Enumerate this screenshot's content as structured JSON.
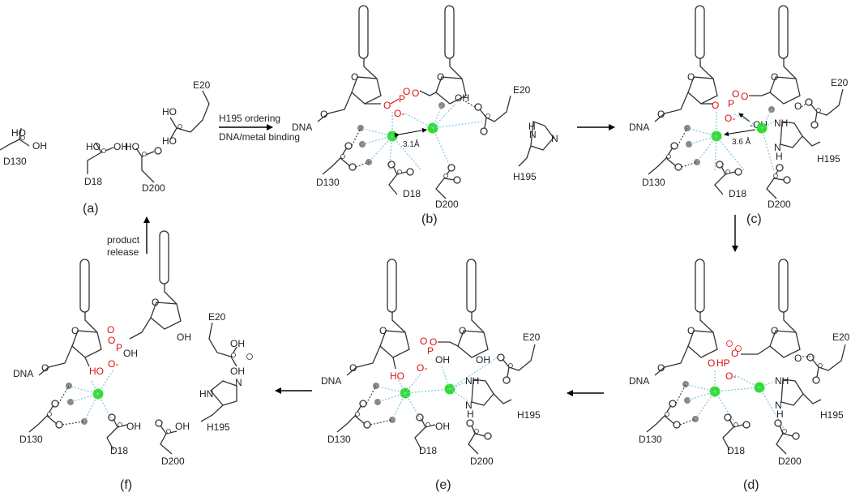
{
  "panels": {
    "a": {
      "label": "(a)",
      "residues": [
        "E20",
        "D130",
        "D18",
        "D200"
      ],
      "atoms": [
        "HO",
        "HO",
        "HO",
        "OH",
        "HO",
        "OH"
      ]
    },
    "b": {
      "label": "(b)",
      "dna": "DNA",
      "distance": "3.1Å",
      "residues": [
        "E20",
        "H195",
        "D130",
        "D18",
        "D200"
      ],
      "atoms": [
        "O",
        "O",
        "P",
        "O",
        "O-",
        "OH",
        "O",
        "O",
        "N",
        "N",
        "H"
      ]
    },
    "c": {
      "label": "(c)",
      "dna": "DNA",
      "distance": "3.6 Å",
      "hydroxide": "-OH",
      "residues": [
        "E20",
        "H195",
        "D130",
        "D18",
        "D200"
      ],
      "atoms": [
        "O",
        "O",
        "P",
        "O",
        "O-",
        "NH",
        "N",
        "H"
      ]
    },
    "d": {
      "label": "(d)",
      "dna": "DNA",
      "residues": [
        "E20",
        "H195",
        "D130",
        "D18",
        "D200"
      ],
      "atoms": [
        "O",
        "O",
        "HP",
        "O",
        "O-",
        "O",
        "NH",
        "N",
        "H"
      ]
    },
    "e": {
      "label": "(e)",
      "dna": "DNA",
      "residues": [
        "E20",
        "H195",
        "D130",
        "D18",
        "D200"
      ],
      "atoms": [
        "O",
        "O",
        "P",
        "OH",
        "O-",
        "HO",
        "NH",
        "N",
        "H",
        "OH"
      ]
    },
    "f": {
      "label": "(f)",
      "dna": "DNA",
      "residues": [
        "E20",
        "H195",
        "D130",
        "D18",
        "D200"
      ],
      "atoms": [
        "O",
        "O",
        "P",
        "OH",
        "O-",
        "HO",
        "OH",
        "OH",
        "HN",
        "N",
        "OH",
        "OH"
      ]
    }
  },
  "transitions": {
    "a_to_b": [
      "H195 ordering",
      "DNA/metal binding"
    ],
    "f_to_a": [
      "product",
      "release"
    ]
  },
  "colors": {
    "metal": "#2fe020",
    "water": "#888888",
    "phosphate": "#e01010",
    "coordination": "#7fc4e8"
  }
}
